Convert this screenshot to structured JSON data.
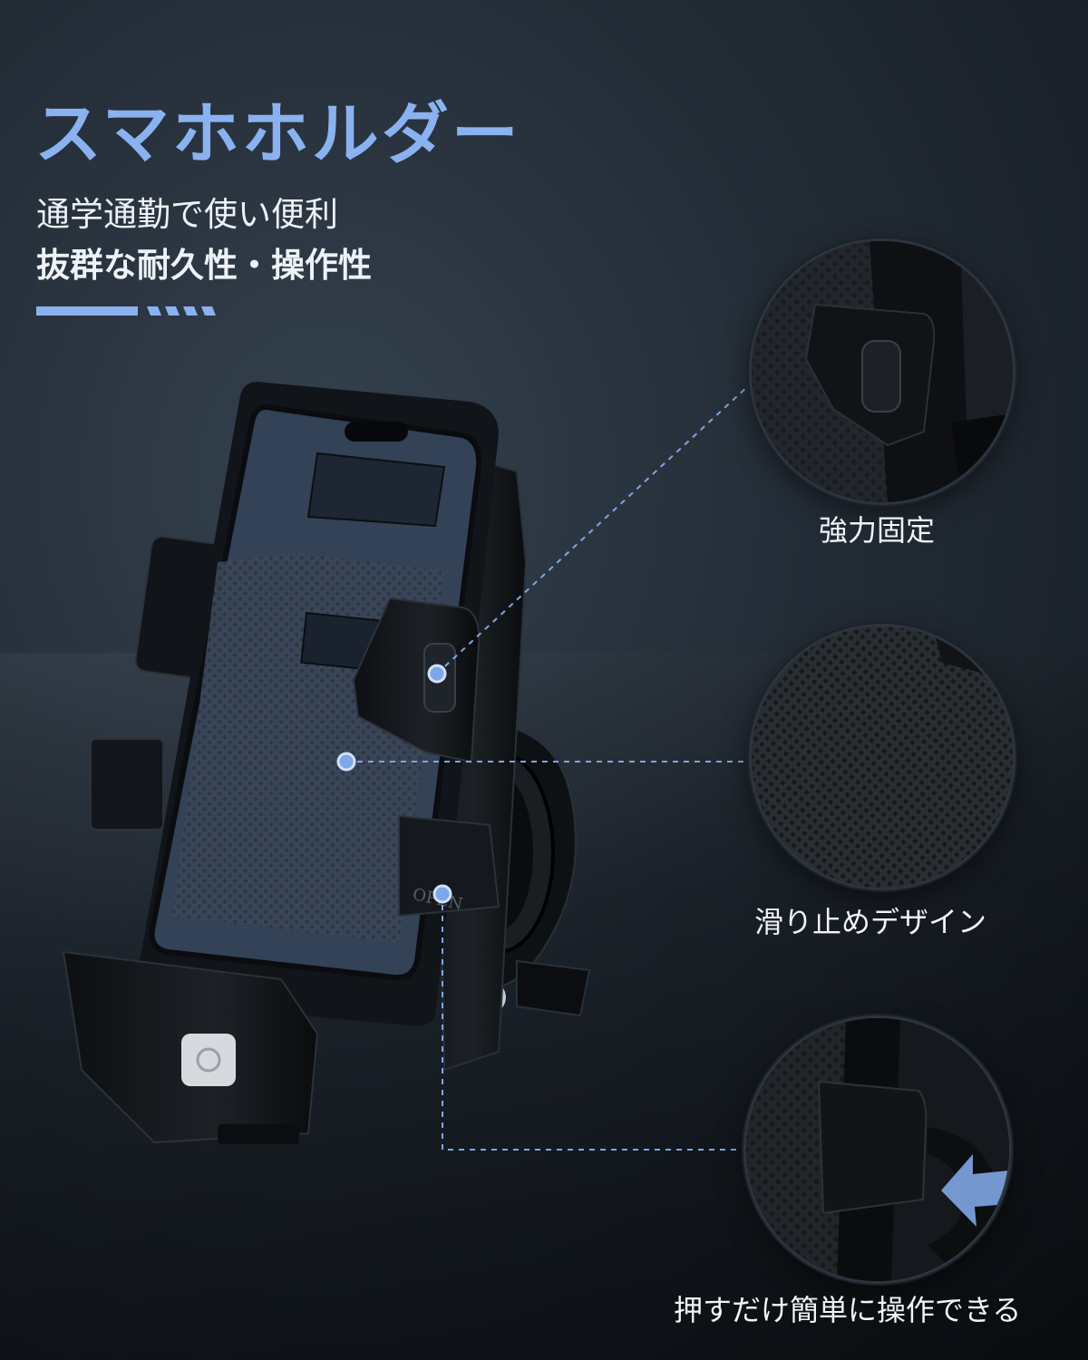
{
  "header": {
    "title": "スマホホルダー",
    "subtitle_line1": "通学通勤で使い便利",
    "subtitle_line2": "抜群な耐久性・操作性"
  },
  "callouts": [
    {
      "label": "強力固定"
    },
    {
      "label": "滑り止めデザイン"
    },
    {
      "label": "押すだけ簡単に操作できる"
    }
  ],
  "product": {
    "release_button_label": "OPEN"
  },
  "colors": {
    "accent": "#8ab2f0",
    "callout_dot": "#7fa6e6",
    "text": "#eef2f7",
    "background": "#1f2730"
  },
  "icons": {
    "accent_bar": "stripe-bar-icon",
    "power": "power-button-icon",
    "push_arrow": "arrow-icon"
  }
}
